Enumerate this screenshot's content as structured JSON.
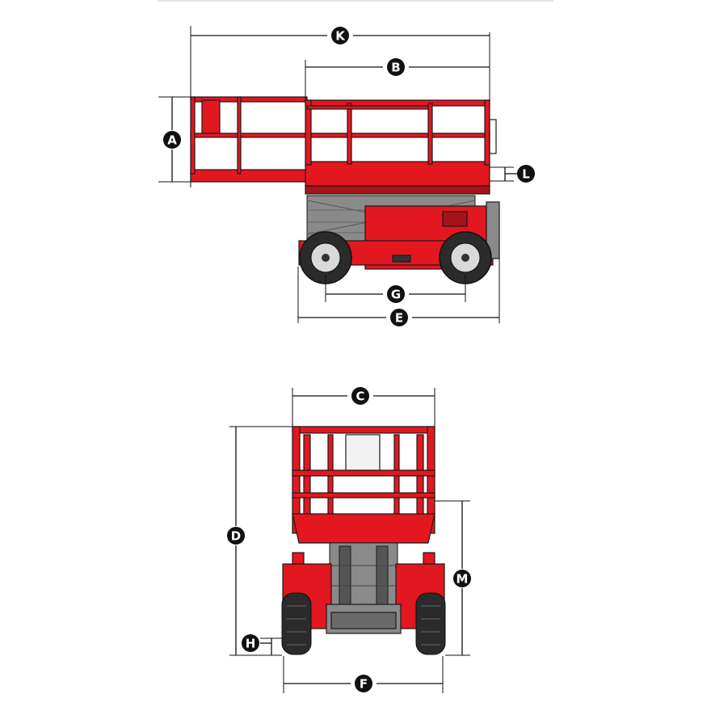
{
  "colors": {
    "machine_red": "#e3171f",
    "machine_dark_red": "#a5121a",
    "outline": "#1a1a1a",
    "scissor_grey": "#8a8a8a",
    "tire_dark": "#2b2b2b",
    "marker_fill": "#111111",
    "marker_text": "#ffffff",
    "background": "#ffffff"
  },
  "views": {
    "side": {
      "dimensions": {
        "k": "K",
        "b": "B",
        "a": "A",
        "l": "L",
        "g": "G",
        "e": "E"
      }
    },
    "rear": {
      "dimensions": {
        "c": "C",
        "d": "D",
        "m": "M",
        "h": "H",
        "f": "F"
      }
    }
  }
}
